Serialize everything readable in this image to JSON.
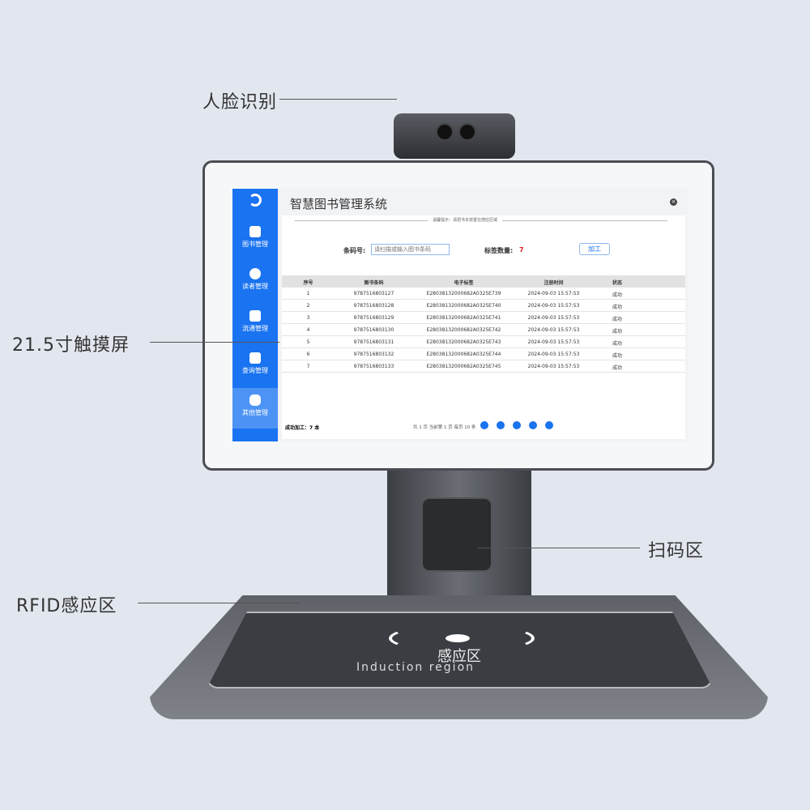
{
  "callouts": {
    "face": "人脸识别",
    "screen": "21.5寸触摸屏",
    "scan": "扫码区",
    "rfid": "RFID感应区"
  },
  "base": {
    "label_cn": "感应区",
    "label_en": "Induction region"
  },
  "app": {
    "title": "智慧图书管理系统",
    "close_icon": "close-circle-icon",
    "hint": "温馨提示：请把书本放置在感应区域",
    "sidebar": [
      {
        "label": "图书管理",
        "icon": "book-icon"
      },
      {
        "label": "读者管理",
        "icon": "users-icon"
      },
      {
        "label": "流通管理",
        "icon": "circulation-icon"
      },
      {
        "label": "查询管理",
        "icon": "search-doc-icon"
      },
      {
        "label": "其他管理",
        "icon": "grid-icon",
        "active": true
      }
    ],
    "barcode_label": "条码号:",
    "barcode_placeholder": "请扫描或输入图书条码",
    "tag_count_label": "标签数量:",
    "tag_count": "7",
    "process_button": "加工",
    "columns": [
      "序号",
      "图书条码",
      "电子标签",
      "注册时间",
      "状态"
    ],
    "rows": [
      [
        "1",
        "9787516803127",
        "E28038132000682A0325E739",
        "2024-09-03 15:57:53",
        "成功"
      ],
      [
        "2",
        "9787516803128",
        "E28038132000682A0325E740",
        "2024-09-03 15:57:53",
        "成功"
      ],
      [
        "3",
        "9787516803129",
        "E28038132000682A0325E741",
        "2024-09-03 15:57:53",
        "成功"
      ],
      [
        "4",
        "9787516803130",
        "E28038132000682A0325E742",
        "2024-09-03 15:57:53",
        "成功"
      ],
      [
        "5",
        "9787516803131",
        "E28038132000682A0325E743",
        "2024-09-03 15:57:53",
        "成功"
      ],
      [
        "6",
        "9787516803132",
        "E28038132000682A0325E744",
        "2024-09-03 15:57:53",
        "成功"
      ],
      [
        "7",
        "9787516803133",
        "E28038132000682A0325E745",
        "2024-09-03 15:57:53",
        "成功"
      ]
    ],
    "footer": {
      "success": "成功加工：7 本",
      "pager": "共 1 页  当前第 1 页  每页 10 条"
    },
    "colors": {
      "accent": "#1a73f0",
      "count": "#e02020"
    }
  }
}
